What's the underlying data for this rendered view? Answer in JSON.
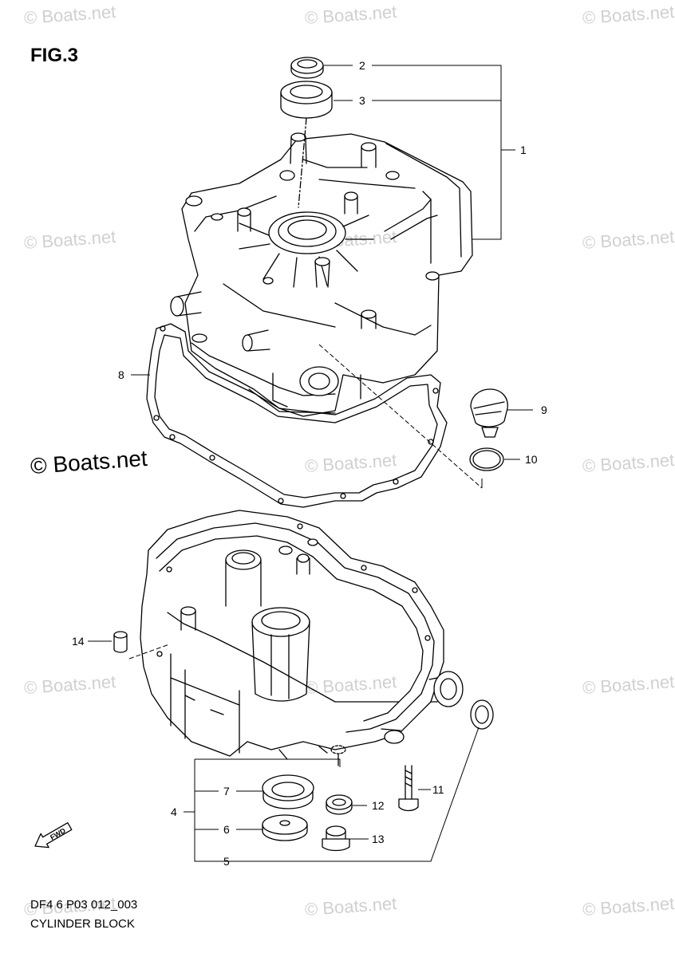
{
  "figure": {
    "title": "FIG.3"
  },
  "watermark": {
    "text": "© Boats.net",
    "prominent_text": "© Boats.net"
  },
  "footer": {
    "code": "DF4 6 P03 012_003",
    "caption": "CYLINDER BLOCK"
  },
  "fwd_label": "FWD",
  "parts": [
    {
      "num": "1"
    },
    {
      "num": "2"
    },
    {
      "num": "3"
    },
    {
      "num": "4"
    },
    {
      "num": "5"
    },
    {
      "num": "6"
    },
    {
      "num": "7"
    },
    {
      "num": "8"
    },
    {
      "num": "9"
    },
    {
      "num": "10"
    },
    {
      "num": "11"
    },
    {
      "num": "12"
    },
    {
      "num": "13"
    },
    {
      "num": "14"
    }
  ]
}
